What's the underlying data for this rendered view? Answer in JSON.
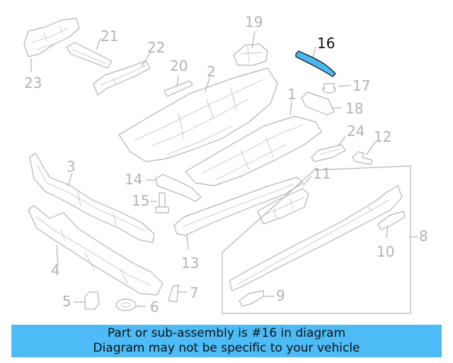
{
  "callouts": [
    "1",
    "2",
    "3",
    "4",
    "5",
    "6",
    "7",
    "8",
    "9",
    "10",
    "11",
    "12",
    "13",
    "14",
    "15",
    "16",
    "17",
    "18",
    "19",
    "20",
    "21",
    "22",
    "23",
    "24"
  ],
  "highlighted": "16",
  "colors": {
    "highlight_part": "#4ab8f0",
    "banner": "#4dbcf6",
    "line_art": "#b3b3b3"
  },
  "banner": {
    "line1": "Part or sub-assembly is #16 in diagram",
    "line2": "Diagram may not be specific to your vehicle"
  }
}
